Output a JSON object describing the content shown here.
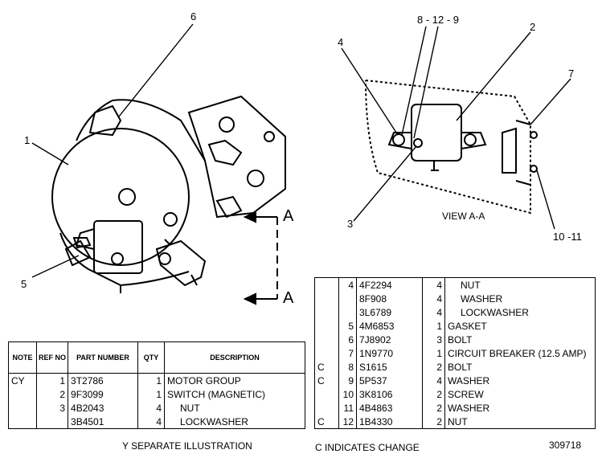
{
  "callouts": {
    "c1": "1",
    "c2": "2",
    "c3": "3",
    "c4": "4",
    "c5": "5",
    "c6": "6",
    "c7": "7",
    "c8129": "8 - 12 - 9",
    "c1011": "10 -11",
    "view_a1": "A",
    "view_a2": "A",
    "view_label": "VIEW A-A"
  },
  "left_table": {
    "headers": {
      "note": "NOTE",
      "ref_no": "REF NO",
      "part_number": "PART NUMBER",
      "qty": "QTY",
      "description": "DESCRIPTION"
    },
    "rows": [
      {
        "note": "CY",
        "ref": "1",
        "part": "3T2786",
        "qty": "1",
        "desc": "MOTOR GROUP",
        "indent": false
      },
      {
        "note": "",
        "ref": "2",
        "part": "9F3099",
        "qty": "1",
        "desc": "SWITCH (MAGNETIC)",
        "indent": false
      },
      {
        "note": "",
        "ref": "3",
        "part": "4B2043",
        "qty": "4",
        "desc": "NUT",
        "indent": true
      },
      {
        "note": "",
        "ref": "",
        "part": "3B4501",
        "qty": "4",
        "desc": "LOCKWASHER",
        "indent": true
      }
    ]
  },
  "right_table": {
    "rows": [
      {
        "note": "",
        "ref": "4",
        "part": "4F2294",
        "qty": "4",
        "desc": "NUT",
        "indent": true
      },
      {
        "note": "",
        "ref": "",
        "part": "8F908",
        "qty": "4",
        "desc": "WASHER",
        "indent": true
      },
      {
        "note": "",
        "ref": "",
        "part": "3L6789",
        "qty": "4",
        "desc": "LOCKWASHER",
        "indent": true
      },
      {
        "note": "",
        "ref": "5",
        "part": "4M6853",
        "qty": "1",
        "desc": "GASKET",
        "indent": false
      },
      {
        "note": "",
        "ref": "6",
        "part": "7J8902",
        "qty": "3",
        "desc": "BOLT",
        "indent": false
      },
      {
        "note": "",
        "ref": "7",
        "part": "1N9770",
        "qty": "1",
        "desc": "CIRCUIT BREAKER (12.5 AMP)",
        "indent": false
      },
      {
        "note": "C",
        "ref": "8",
        "part": "S1615",
        "qty": "2",
        "desc": "BOLT",
        "indent": false
      },
      {
        "note": "C",
        "ref": "9",
        "part": "5P537",
        "qty": "4",
        "desc": "WASHER",
        "indent": false
      },
      {
        "note": "",
        "ref": "10",
        "part": "3K8106",
        "qty": "2",
        "desc": "SCREW",
        "indent": false
      },
      {
        "note": "",
        "ref": "11",
        "part": "4B4863",
        "qty": "2",
        "desc": "WASHER",
        "indent": false
      },
      {
        "note": "C",
        "ref": "12",
        "part": "1B4330",
        "qty": "2",
        "desc": "NUT",
        "indent": false
      }
    ]
  },
  "footer": {
    "y_note": "Y   SEPARATE ILLUSTRATION",
    "c_note": "C   INDICATES CHANGE",
    "illustration_number": "309718"
  }
}
